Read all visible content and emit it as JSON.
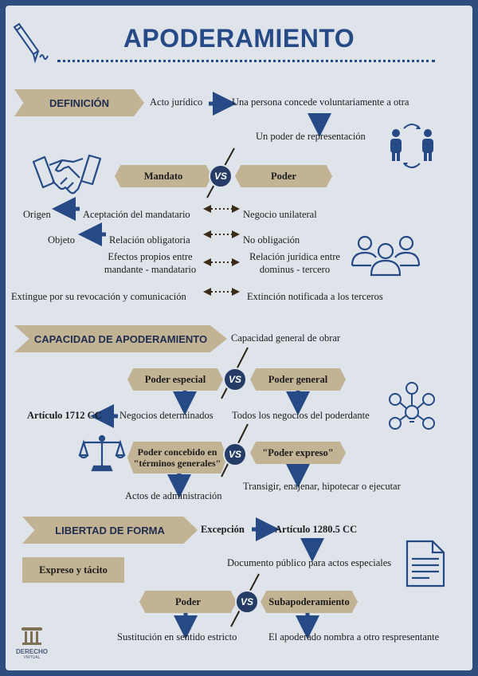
{
  "title": "APODERAMIENTO",
  "definicion": {
    "banner": "DEFINICIÓN",
    "acto": "Acto jurídico",
    "persona": "Una persona concede voluntariamente a otra",
    "poder": "Un poder de representación",
    "mandato": "Mandato",
    "vs": "VS",
    "poder_tag": "Poder",
    "origen": "Origen",
    "aceptacion": "Aceptación del mandatario",
    "negocio": "Negocio unilateral",
    "objeto": "Objeto",
    "relacion": "Relación obligatoria",
    "no_obligacion": "No obligación",
    "efectos": "Efectos propios entre mandante - mandatario",
    "relacion_juridica": "Relación jurídica entre dominus - tercero",
    "extingue": "Extingue por su revocación y comunicación",
    "extincion": "Extinción notificada a los terceros"
  },
  "capacidad": {
    "banner": "CAPACIDAD DE APODERAMIENTO",
    "general_obrar": "Capacidad general de obrar",
    "poder_especial": "Poder especial",
    "vs": "VS",
    "poder_general": "Poder general",
    "articulo": "Artículo 1712 CC",
    "negocios_det": "Negocios determinados",
    "todos": "Todos los negocios del poderdante",
    "concebido": "Poder concebido en \"términos generales\"",
    "vs2": "VS",
    "expreso": "\"Poder expreso\"",
    "actos_admin": "Actos de administración",
    "transigir": "Transigir, enajenar, hipotecar o ejecutar"
  },
  "libertad": {
    "banner": "LIBERTAD DE FORMA",
    "excepcion": "Excepción",
    "articulo": "Artículo 1280.5 CC",
    "documento": "Documento público para actos especiales",
    "expreso_tacito": "Expreso y tácito",
    "poder": "Poder",
    "vs": "VS",
    "subapoderamiento": "Subapoderamiento",
    "sustitucion": "Sustitución en sentido estricto",
    "nombra": "El apoderado nombra a otro respresentante"
  },
  "logo": {
    "line1": "DERECHO",
    "line2": "VIRTUAL"
  },
  "icons": {
    "pen": "pen-icon",
    "exchange": "people-exchange-icon",
    "handshake": "handshake-icon",
    "group": "group-icon",
    "network": "network-icon",
    "scales": "scales-icon",
    "document": "document-icon",
    "column": "column-icon"
  },
  "colors": {
    "navy": "#264a86",
    "tan": "#c2b394",
    "background": "#dfe3ea",
    "border": "#2e4c7c"
  }
}
